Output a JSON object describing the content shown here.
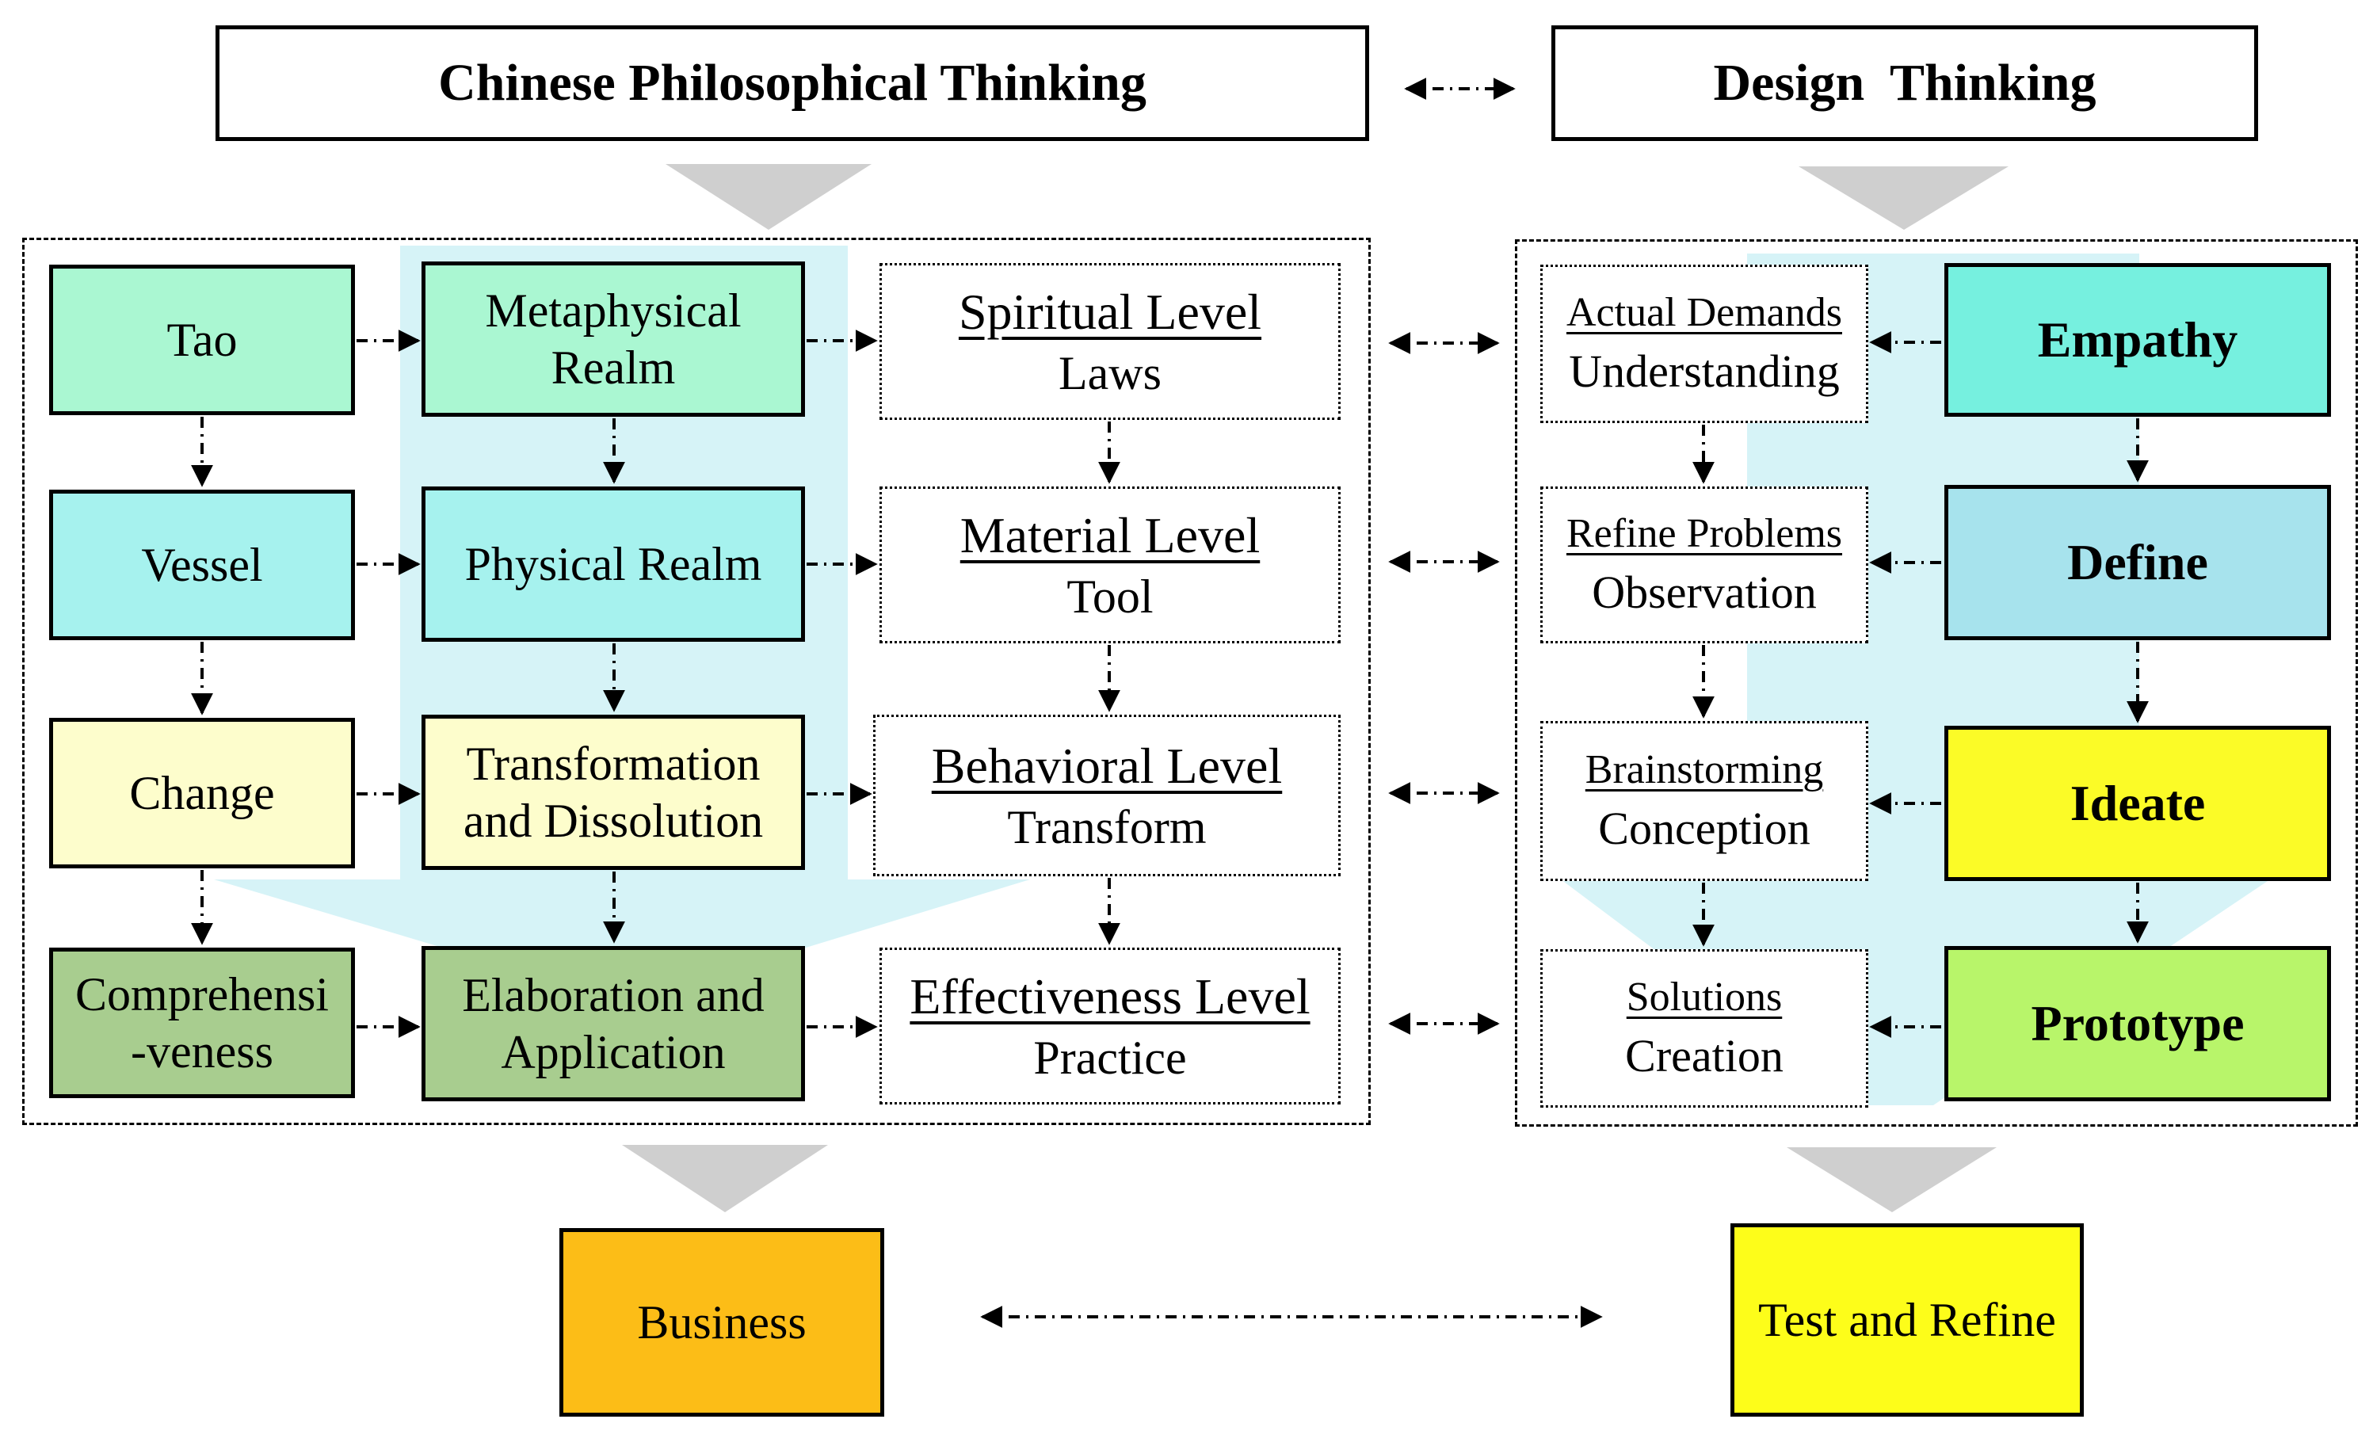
{
  "headers": {
    "chinese": "Chinese Philosophical Thinking",
    "design": "Design  Thinking"
  },
  "chinese_col1": [
    "Tao",
    "Vessel",
    "Change",
    "Comprehensi\n-veness"
  ],
  "chinese_col2": [
    "Metaphysical\nRealm",
    "Physical Realm",
    "Transformation\nand Dissolution",
    "Elaboration and\nApplication"
  ],
  "levels": [
    {
      "title": "Spiritual Level",
      "sub": "Laws"
    },
    {
      "title": "Material Level",
      "sub": "Tool"
    },
    {
      "title": "Behavioral Level",
      "sub": "Transform"
    },
    {
      "title": "Effectiveness Level",
      "sub": "Practice"
    }
  ],
  "activities": [
    {
      "title": "Actual Demands",
      "sub": "Understanding"
    },
    {
      "title": "Refine Problems",
      "sub": "Observation"
    },
    {
      "title": "Brainstorming",
      "sub": "Conception"
    },
    {
      "title": "Solutions",
      "sub": "Creation"
    }
  ],
  "design_stages": [
    "Empathy",
    "Define",
    "Ideate",
    "Prototype"
  ],
  "outcomes": {
    "business": "Business",
    "test": "Test and Refine"
  },
  "colors": {
    "tao": "#aaf7d2",
    "vessel": "#a6f2ee",
    "change": "#fdfdcc",
    "comprehensiveness": "#a8cd8f",
    "empathy": "#76f0df",
    "define": "#a7e3ed",
    "ideate": "#fbfb27",
    "prototype": "#b8f56a",
    "business": "#fcbd17",
    "test": "#fdfd1a",
    "backdrop": "#d6f3f7",
    "funnel": "#cfcfcf"
  }
}
